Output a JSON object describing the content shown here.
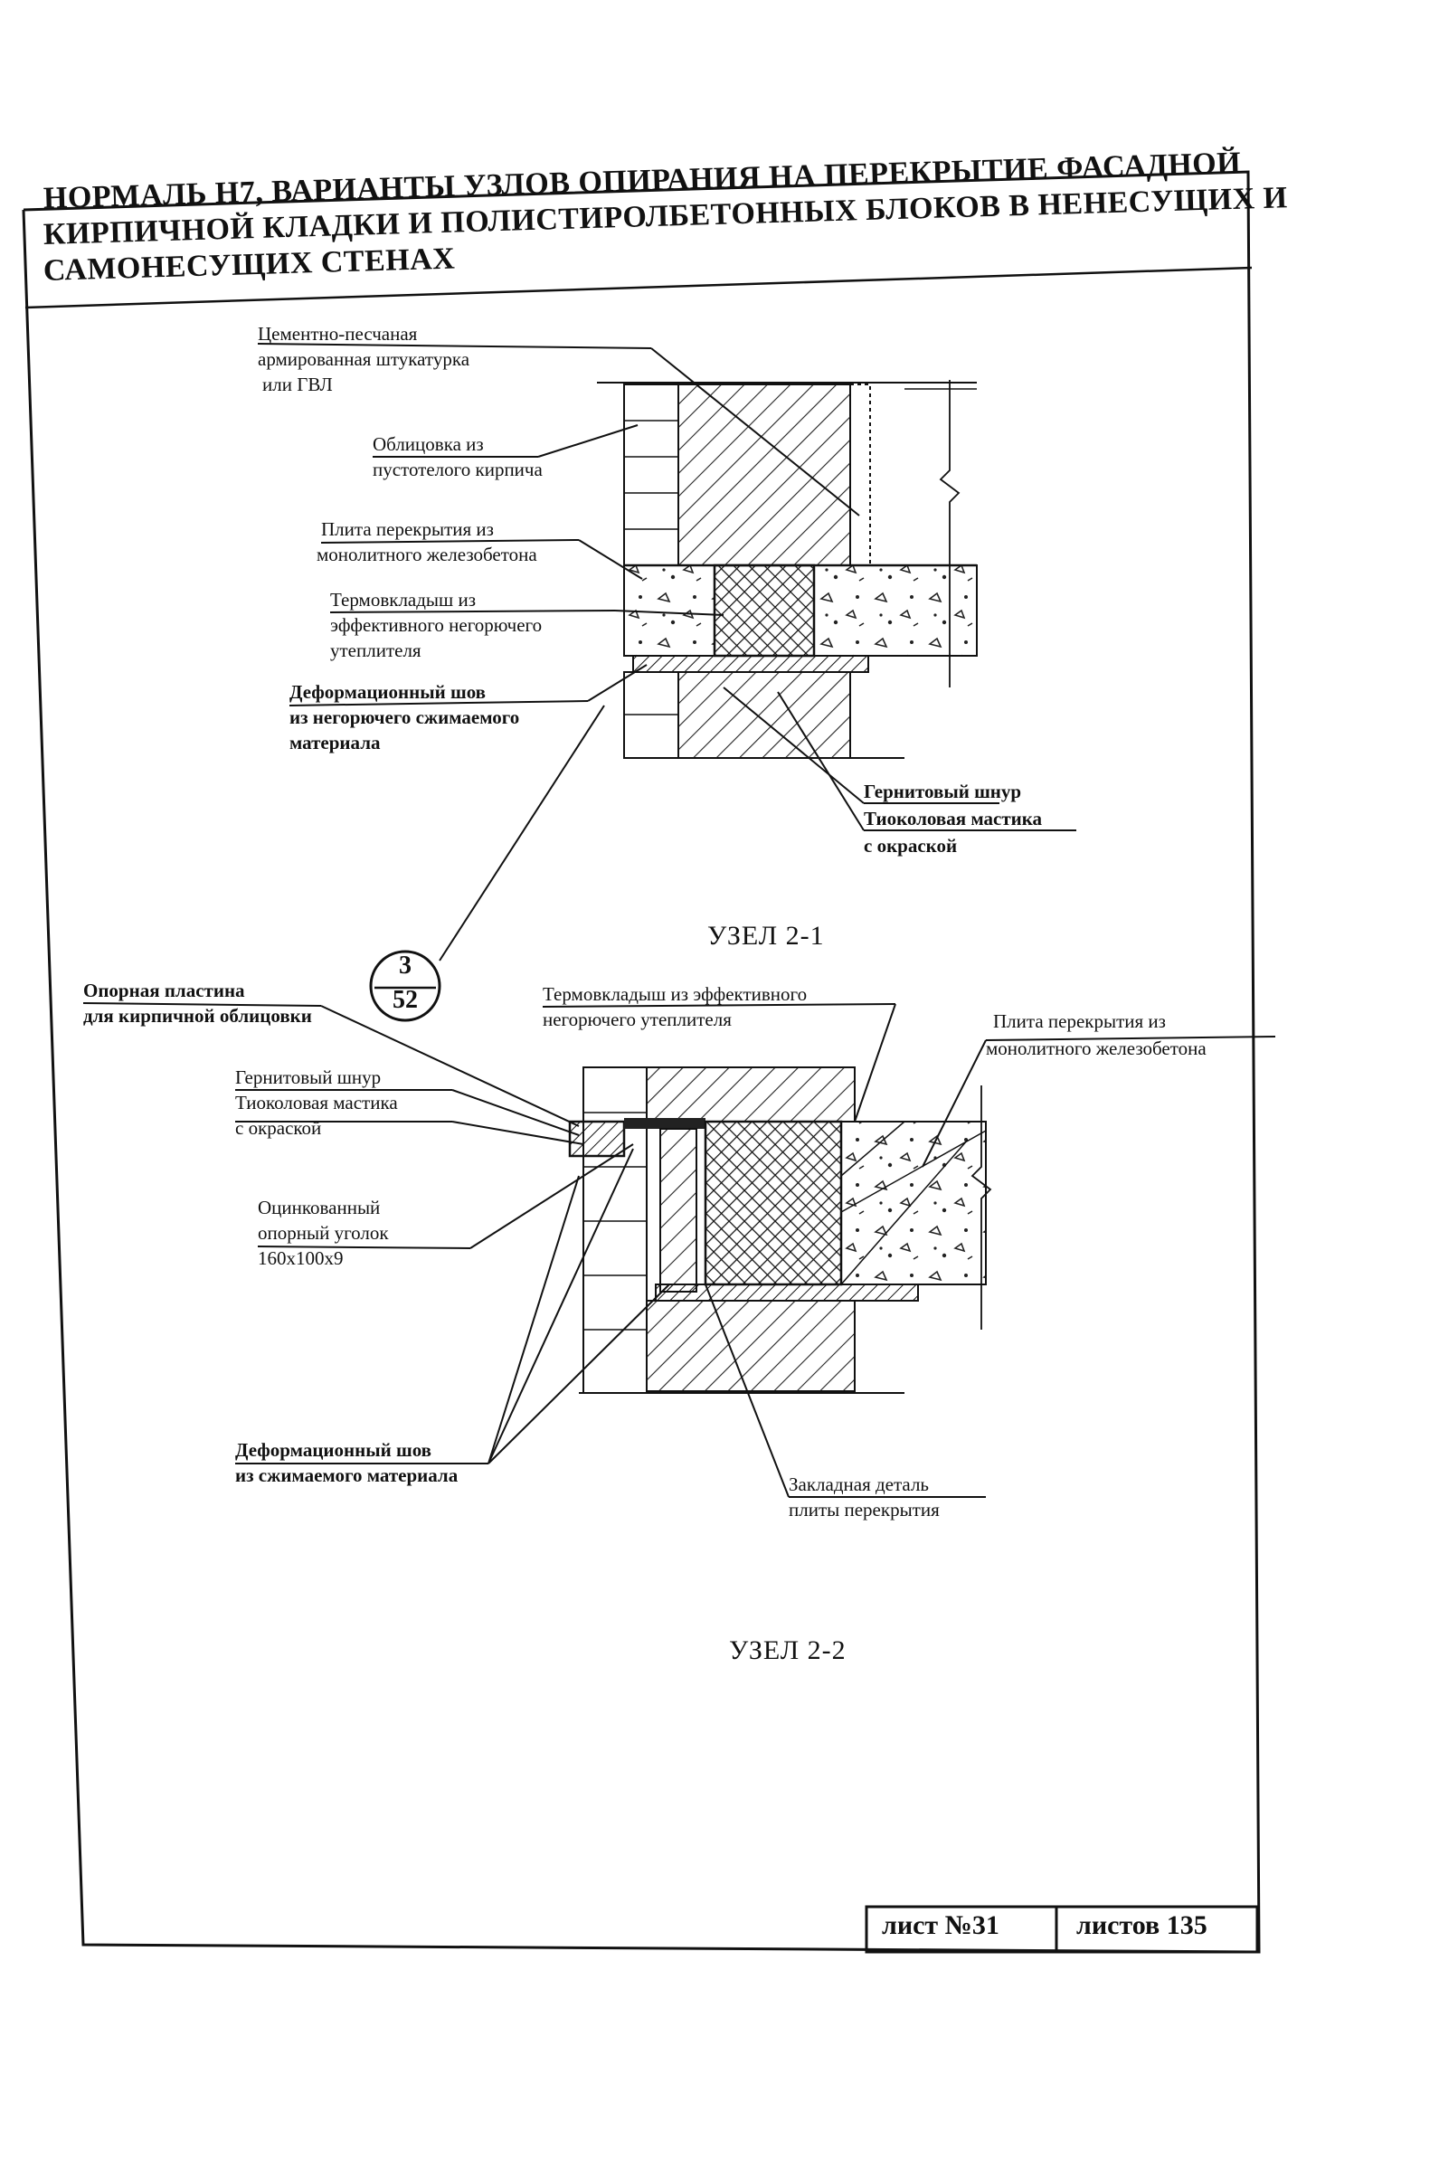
{
  "title": {
    "line1": "НОРМАЛЬ Н7, ВАРИАНТЫ УЗЛОВ ОПИРАНИЯ НА ПЕРЕКРЫТИЕ ФАСАДНОЙ",
    "line2": "КИРПИЧНОЙ КЛАДКИ И ПОЛИСТИРОЛБЕТОННЫХ БЛОКОВ В НЕНЕСУЩИХ И",
    "line3": "САМОНЕСУЩИХ СТЕНАХ"
  },
  "node1": {
    "title": "УЗЕЛ 2-1",
    "labels": {
      "plaster1": "Цементно-песчаная",
      "plaster2": "армированная штукатурка",
      "plaster3": "или ГВЛ",
      "facing1": "Облицовка из",
      "facing2": "пустотелого кирпича",
      "slab1": "Плита перекрытия из",
      "slab2": "монолитного железобетона",
      "insert1": "Термовкладыш из",
      "insert2": "эффективного негорючего",
      "insert3": "утеплителя",
      "joint1": "Деформационный шов",
      "joint2": "из негорючего сжимаемого",
      "joint3": "материала",
      "cord": "Гернитовый шнур",
      "mastic1": "Тиоколовая мастика",
      "mastic2": "с окраской"
    }
  },
  "reference": {
    "top": "3",
    "bottom": "52"
  },
  "node2": {
    "title": "УЗЕЛ 2-2",
    "labels": {
      "plate1": "Опорная пластина",
      "plate2": "для кирпичной облицовки",
      "insert1": "Термовкладыш из эффективного",
      "insert2": "негорючего утеплителя",
      "slab1": "Плита перекрытия из",
      "slab2": "монолитного железобетона",
      "cord": "Гернитовый шнур",
      "mastic1": "Тиоколовая мастика",
      "mastic2": "с окраской",
      "angle1": "Оцинкованный",
      "angle2": "опорный уголок",
      "angle3": "160х100х9",
      "joint1": "Деформационный шов",
      "joint2": "из сжимаемого материала",
      "embed1": "Закладная деталь",
      "embed2": "плиты перекрытия"
    }
  },
  "stamp": {
    "sheet": "лист №31",
    "sheets": "листов 135"
  }
}
